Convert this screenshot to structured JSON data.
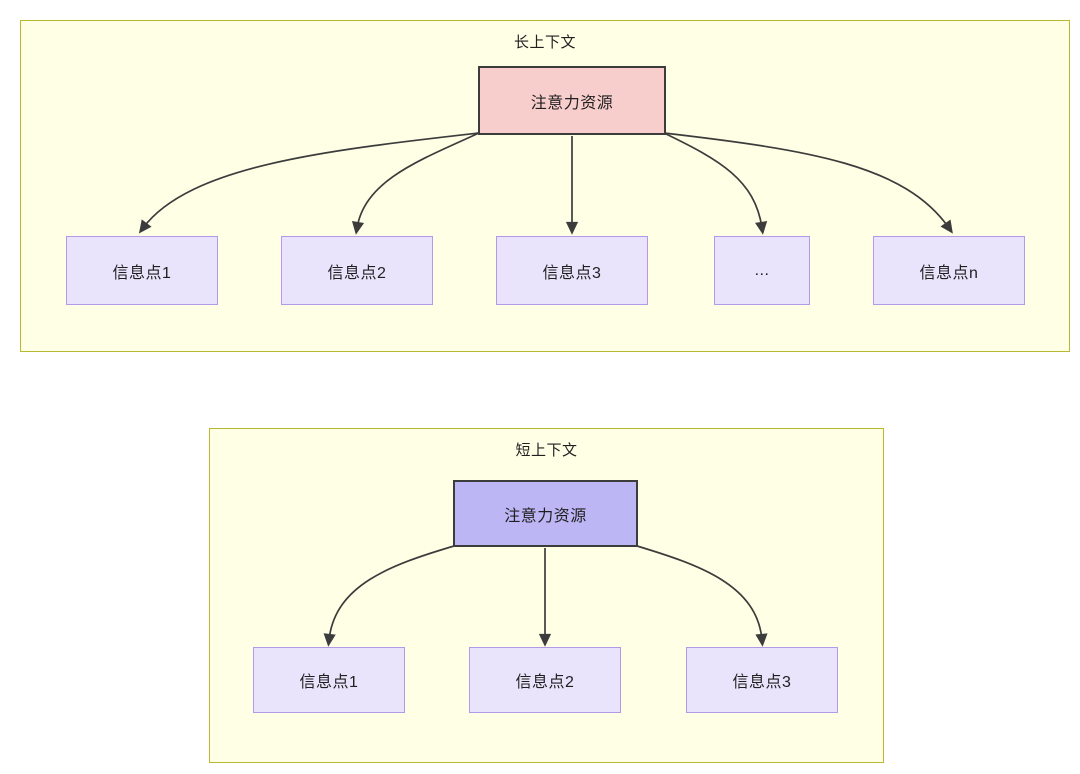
{
  "diagram": {
    "title_icon": "flow-diagram",
    "panels": [
      {
        "id": "long-context",
        "title": "长上下文",
        "root": {
          "label": "注意力资源",
          "fill": "#f8cecc",
          "stroke": "#3c3c3c"
        },
        "children": [
          {
            "label": "信息点1"
          },
          {
            "label": "信息点2"
          },
          {
            "label": "信息点3"
          },
          {
            "label": "..."
          },
          {
            "label": "信息点n"
          }
        ],
        "panel_fill": "#ffffe6",
        "panel_stroke": "#b9b832"
      },
      {
        "id": "short-context",
        "title": "短上下文",
        "root": {
          "label": "注意力资源",
          "fill": "#bdb6f5",
          "stroke": "#3c3c3c"
        },
        "children": [
          {
            "label": "信息点1"
          },
          {
            "label": "信息点2"
          },
          {
            "label": "信息点3"
          }
        ],
        "panel_fill": "#ffffe6",
        "panel_stroke": "#b9b832"
      }
    ],
    "node_style": {
      "fill": "#e9e4fb",
      "stroke": "#b39ae8"
    },
    "edge_color": "#3c3c3c"
  }
}
